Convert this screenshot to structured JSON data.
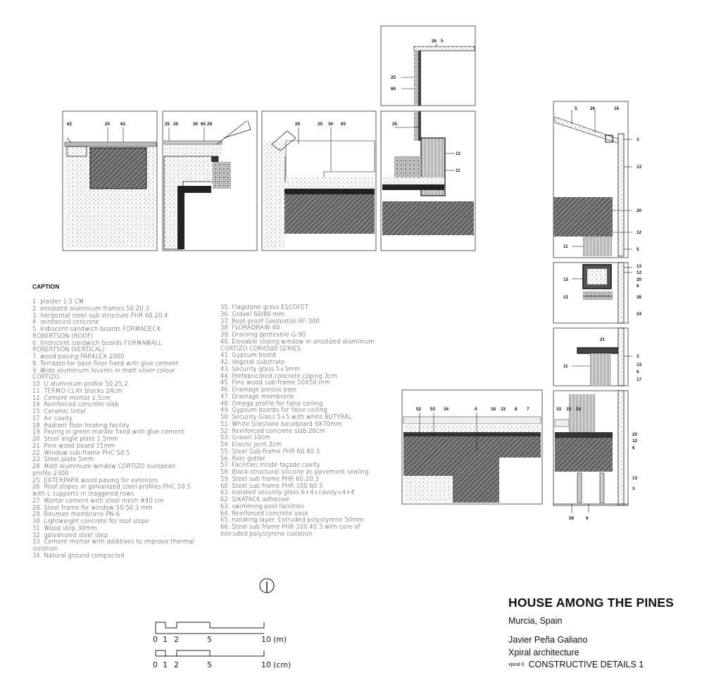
{
  "caption": {
    "title": "CAPTION",
    "col1": [
      "1. plaster 1,5 CM",
      "2. anodized aluminium frames 50.20.3",
      "3. horizontal steel sub structure PHR 60.20.4",
      "4. reinforced concrete",
      "5. Iridiscent sandwich boards FORMADECK ROBERTSON (ROOF)",
      "6. Ilridiscent sandwich boards FORMAWALL ROBERTSON (VERTICAL)",
      "7. wood paving PARKLEX 2000",
      "8. Terrazzo for base floor fixed with glue cement.",
      "9. Wide aluminium louvres in matt silver colour CORTIZO",
      "10. U aluminium profile 50.25.2",
      "11. TERMO-CLAY blocks 24cm",
      "12. Cement mortar 1,5cm",
      "14. Reinforced concrete slab",
      "15. Ceramic lintel",
      "17. Air cavity",
      "18. Radiant floor heating facility",
      "19. Paving in green marble fixed with glue cement.",
      "20. Steel angle plate 1,5mm",
      "21. Pine wood board 15mm",
      "22. Window sub-frame PHC 50.5",
      "23. Steel plate 5mm",
      "24. Matt aluminium window CORTIZO european profile 2300",
      "25. EXTERPARK wood paving for exteriors",
      "26. Roof slopes in galvanized steel profiles PHC 50.5 with L supports in staggered rows.",
      "27. Mortar cement with steel mesh #40 cm",
      "28. Steel frame for window 50.50.3 mm",
      "29. Bitumen membrane PN-6",
      "30. Lightweight concrete for roof slope",
      "31. Wood step 30mm",
      "32. galvanized steel step",
      "33. Cement mortar with additives to improve thermal isolation.",
      "34. Natural ground compacted"
    ],
    "col2": [
      "35. Flagstone grass ESCOFET",
      "36. Gravel 60/80 mm",
      "37. Root-proof Geotextile RF-300",
      "38. FLORADRAIN 40",
      "39. Draining geotextile G-90",
      "40. Elevable sliding window in anodized aluminium CORTIZO COR4500 SERIES",
      "41. Gypsum board",
      "42. Vegetal substrate",
      "43. Security glass 5+5mm",
      "44. Prefabricated concrete coping 3cm",
      "45. Pine wood sub-frame 50X50 mm",
      "46. Drainage porous pipe.",
      "47. Drainage membrane",
      "48. Omega profile for false ceiling",
      "49. Gypsum boards for false ceiling",
      "50. Security Glass 5+5 with white BUTYRAL",
      "51. White Silestone baseboard 9X70mm",
      "52. Reinforced concrete slab 20cm",
      "53. Gravel 10cm",
      "54. Elastic joint 2cm",
      "55. Steel Sub-frame PHR 60.40.3",
      "56. Rain gutter",
      "57. Facilities inside façade cavity",
      "58. Black structural silicone as pavement sealing",
      "59. Steel sub frame PHR 60.20.3",
      "60. Steel sub frame PHR 100.60.3",
      "61. Isolated security glass 6+4+cavity+4+4",
      "62. SIKATACK adhesive.",
      "63. swimming pool facilities",
      "64. Reinforced concrete vase",
      "65. Isolating layer. Extruded polystyrene 50mm.",
      "66. Steel sub frame PHR 100.40.3 with core of extruded polystyrene isolation"
    ]
  },
  "title_block": {
    "title": "HOUSE AMONG THE PINES",
    "location": "Murcia, Spain",
    "architect": "Javier Peña Galiano",
    "office": "Xpiral architecture",
    "sheet_code": "xpiral 6",
    "sheet_name": "CONSTRUCTIVE DETAILS 1"
  },
  "scale_bars": {
    "ticks": [
      "0",
      "1",
      "2",
      "5",
      "10"
    ],
    "unit_m": "(m)",
    "unit_cm": "(cm)"
  },
  "detail_labels": {
    "d1": [
      "62",
      "25",
      "63"
    ],
    "d2": [
      "25",
      "25",
      "30",
      "65",
      "29"
    ],
    "d3": [
      "29",
      "25",
      "30",
      "65"
    ],
    "d4_top": [
      "26",
      "5",
      "25",
      "66"
    ],
    "d4": [
      "25",
      "12",
      "11"
    ],
    "d5": [
      "52",
      "53",
      "34",
      "4",
      "18",
      "33",
      "8",
      "7"
    ],
    "r1": [
      "5",
      "26",
      "16",
      "3",
      "13",
      "20",
      "12",
      "11",
      "5"
    ],
    "r2": [
      "13",
      "12",
      "15",
      "20",
      "6",
      "21",
      "28",
      "24"
    ],
    "r3": [
      "21",
      "3",
      "11",
      "13",
      "6",
      "17"
    ],
    "r4": [
      "33",
      "19",
      "18",
      "20",
      "12",
      "6",
      "13",
      "3",
      "59",
      "6"
    ]
  }
}
